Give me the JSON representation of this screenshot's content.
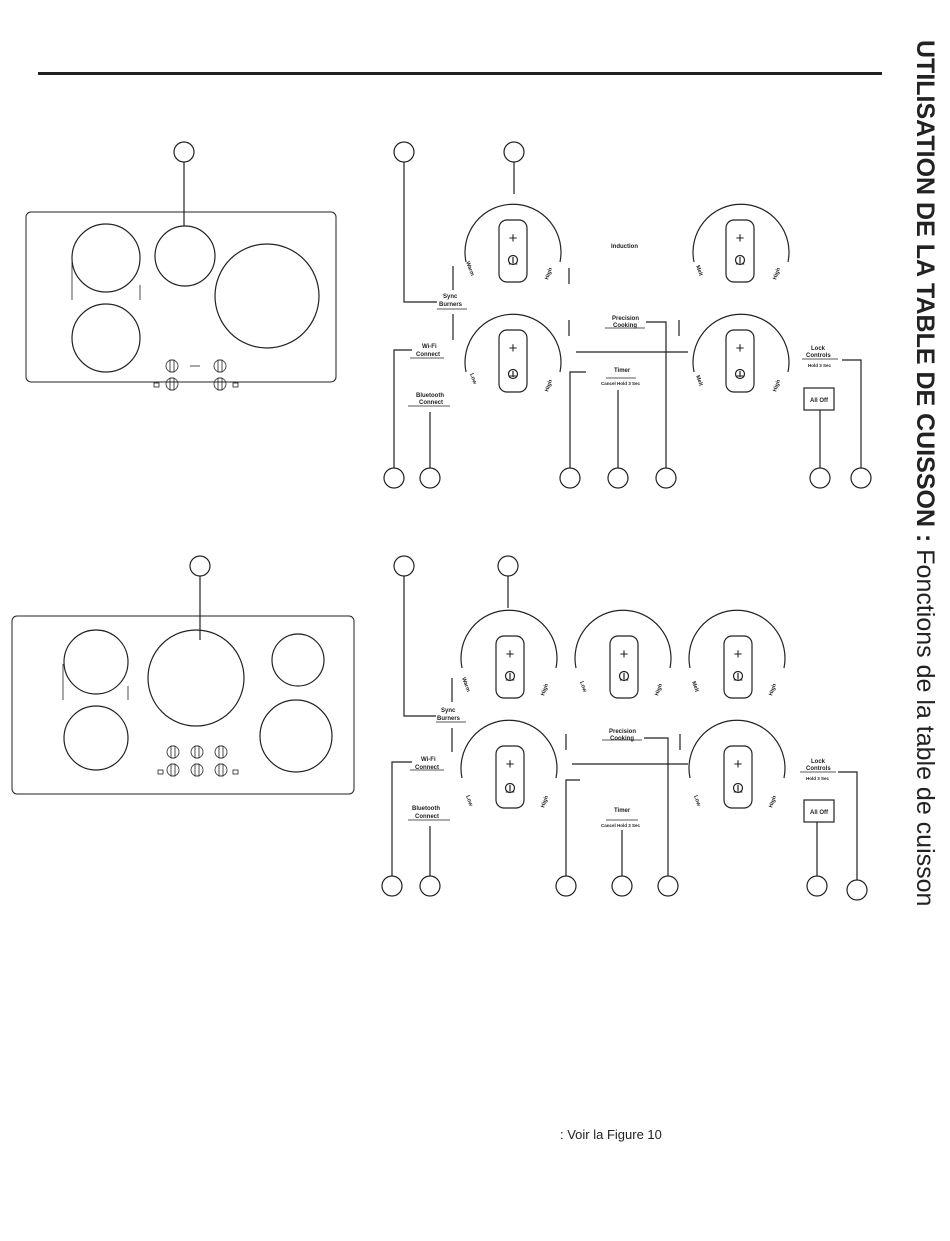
{
  "side_title": {
    "bold": "UTILISATION DE LA TABLE DE CUISSON :",
    "light": "Fonctions de la table de cuisson"
  },
  "panel_labels": {
    "induction": "Induction",
    "sync_1": "Sync",
    "sync_2": "Burners",
    "precision_1": "Precision",
    "precision_2": "Cooking",
    "wifi_1": "Wi-Fi",
    "wifi_2": "Connect",
    "bluetooth_1": "Bluetooth",
    "bluetooth_2": "Connect",
    "timer_1": "Timer",
    "timer_2": "Cancel Hold 3 Sec",
    "lock_1": "Lock",
    "lock_2": "Controls",
    "lock_3": "Hold 3 Sec",
    "all_off": "All Off",
    "warm": "Warm",
    "high": "High",
    "low": "Low",
    "melt": "Melt",
    "plus": "+",
    "minus": "–"
  },
  "footnote": ": Voir la Figure 10"
}
